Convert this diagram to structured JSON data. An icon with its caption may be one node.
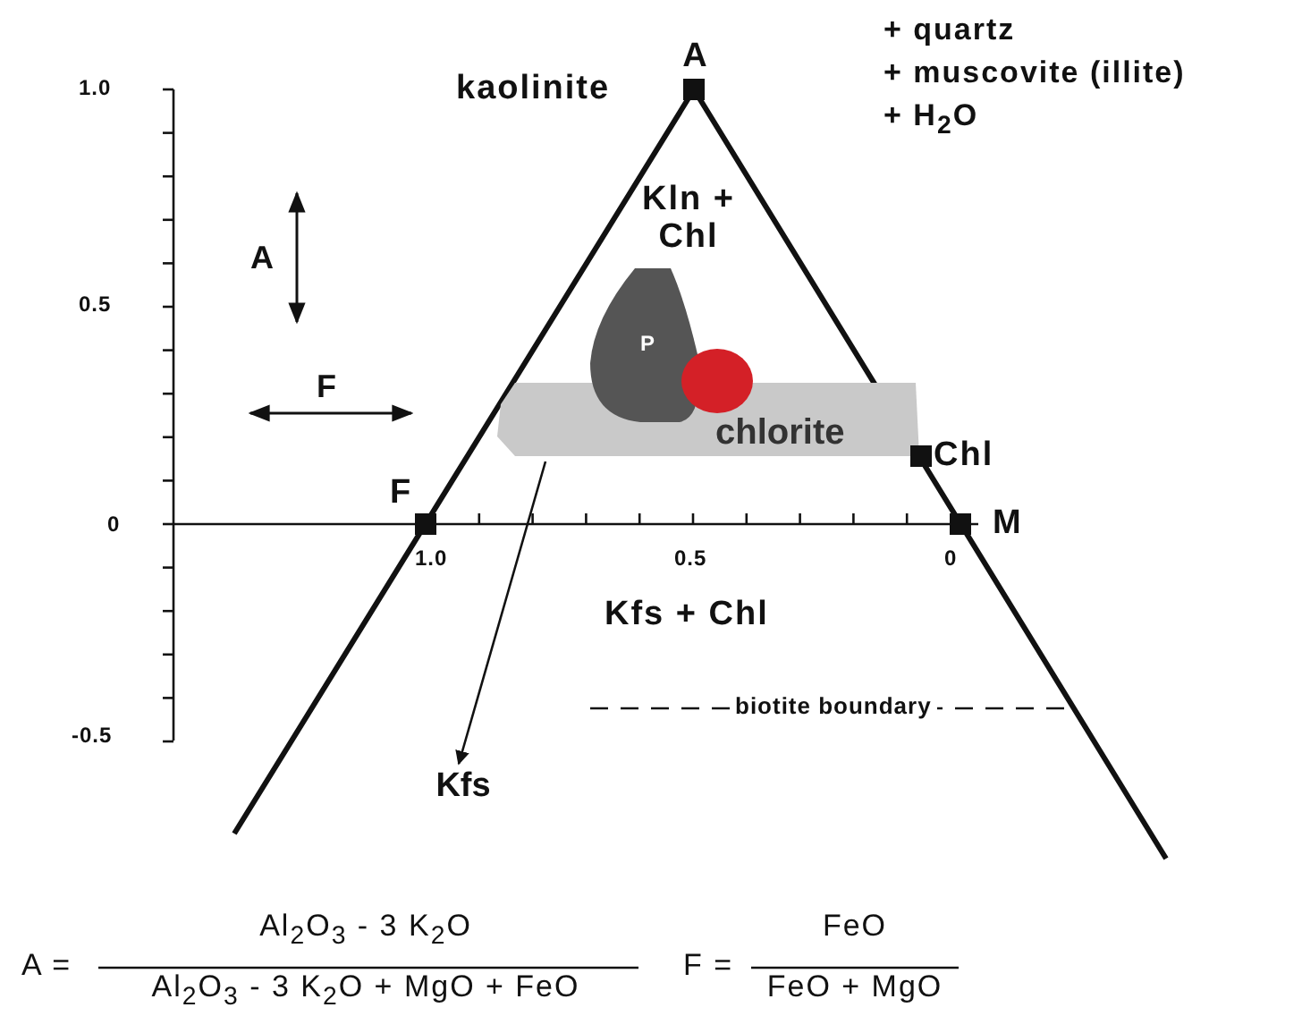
{
  "diagram": {
    "nodes": [
      {
        "text": [
          "P"
        ]
      },
      {
        "text": [],
        "shape": "circle"
      },
      {
        "text": [
          "chlorite"
        ]
      },
      {
        "text": [
          "Kfs"
        ]
      }
    ],
    "edges": [
      {
        "from": 2,
        "to": 3,
        "arrow": "to"
      }
    ],
    "labels": [
      "A",
      "+ quartz",
      "+ muscovite (illite)",
      "+ H$_{2}$O",
      "kaolinite",
      "1.0",
      "Kln + Chl",
      "A",
      "0.5",
      "F",
      "Chl",
      "F",
      "0",
      "M",
      "1.0",
      "0.5",
      "0",
      "Kfs + Chl",
      "biotite boundary",
      "-0.5",
      "A =",
      "Al$_{2}$O$_{3}$  - 3 K$_{2}$O",
      "Al$_{2}$O$_{3}$  - 3 K$_{2}$O + MgO + FeO",
      "F =",
      "FeO",
      "FeO + MgO"
    ]
  }
}
